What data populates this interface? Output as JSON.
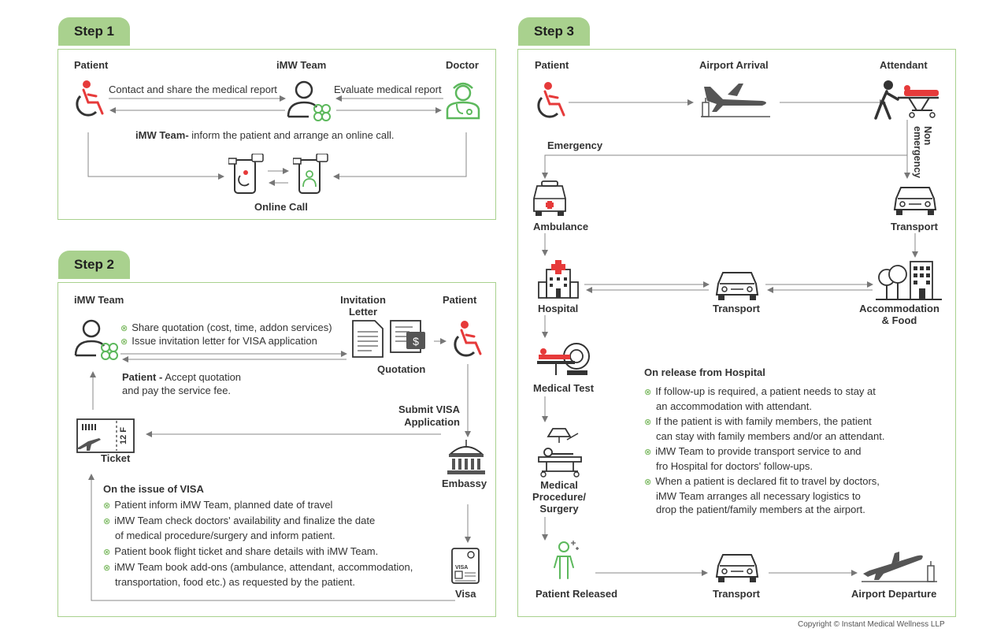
{
  "step1": {
    "tab": "Step 1",
    "patient": "Patient",
    "team": "iMW Team",
    "doctor": "Doctor",
    "contact": "Contact and share the medical report",
    "evaluate": "Evaluate medical report",
    "inform_bold": "iMW Team-",
    "inform_rest": " inform the patient and arrange an online call.",
    "online_call": "Online Call"
  },
  "step2": {
    "tab": "Step 2",
    "team": "iMW Team",
    "invitation": "Invitation Letter",
    "patient": "Patient",
    "share": "Share quotation (cost, time, addon services)",
    "issue": "Issue invitation letter for VISA application",
    "quotation": "Quotation",
    "accept_bold": "Patient -",
    "accept_rest": " Accept quotation",
    "accept_line2": "and pay the service fee.",
    "submit_visa_1": "Submit VISA",
    "submit_visa_2": "Application",
    "ticket": "Ticket",
    "ticket_seat": "12 F",
    "embassy": "Embassy",
    "visa": "Visa",
    "visa_card_label": "VISA",
    "on_issue_title": "On the issue of VISA",
    "issue_items": [
      [
        "Patient inform iMW Team, planned date of travel"
      ],
      [
        "iMW Team check doctors' availability and finalize the date",
        "of medical procedure/surgery and inform patient."
      ],
      [
        "Patient book flight ticket and share details with iMW Team."
      ],
      [
        "iMW Team book add-ons (ambulance, attendant, accommodation,",
        "transportation, food etc.) as requested by the patient."
      ]
    ]
  },
  "step3": {
    "tab": "Step 3",
    "patient": "Patient",
    "airport_arrival": "Airport Arrival",
    "attendant": "Attendant",
    "emergency": "Emergency",
    "non_emergency": "Non emergency",
    "ambulance": "Ambulance",
    "transport": "Transport",
    "hospital": "Hospital",
    "accommodation_1": "Accommodation",
    "accommodation_2": "& Food",
    "medical_test": "Medical Test",
    "procedure_1": "Medical",
    "procedure_2": "Procedure/",
    "procedure_3": "Surgery",
    "released": "Patient Released",
    "airport_departure": "Airport Departure",
    "release_title": "On release from Hospital",
    "release_items": [
      [
        "If follow-up is required, a patient needs to stay at",
        "an accommodation with attendant."
      ],
      [
        "If the patient is with family members, the patient",
        "can stay with family members and/or an attendant."
      ],
      [
        "iMW Team to provide transport service to and",
        "fro Hospital for doctors' follow-ups."
      ],
      [
        "When a patient is declared fit to travel by doctors,",
        "iMW Team arranges all necessary logistics to",
        "drop the patient/family members at the airport."
      ]
    ]
  },
  "copyright": "Copyright © Instant Medical Wellness LLP",
  "colors": {
    "accent": "#a9d18e",
    "bullet": "#6ab04c",
    "red": "#e63a3a",
    "green": "#5cb85c",
    "line": "#888888"
  },
  "icons": [
    "wheelchair-icon",
    "team-icon",
    "doctor-icon",
    "phone-call-icon",
    "document-icon",
    "quotation-icon",
    "ticket-icon",
    "embassy-icon",
    "visa-card-icon",
    "airplane-icon",
    "attendant-icon",
    "ambulance-icon",
    "car-icon",
    "hospital-icon",
    "accommodation-icon",
    "medical-test-icon",
    "surgery-icon",
    "patient-released-icon"
  ]
}
